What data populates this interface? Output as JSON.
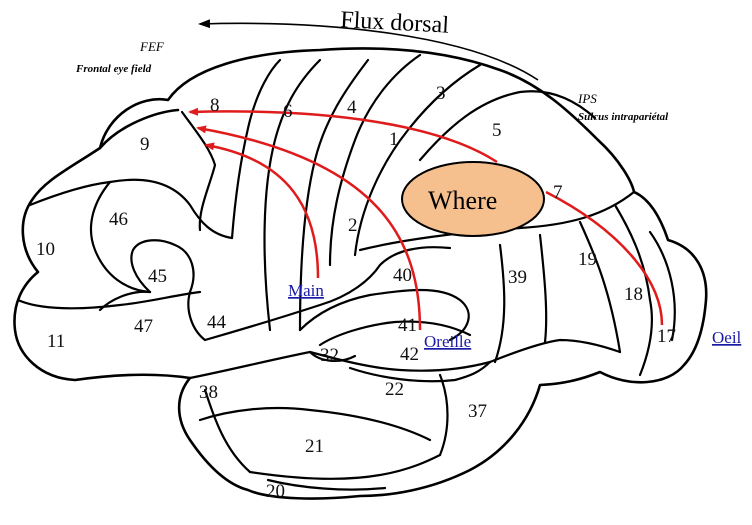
{
  "header": {
    "flux_label": "Flux dorsal",
    "fef_abbrev": "FEF",
    "fef_full": "Frontal eye field",
    "ips_abbrev": "IPS",
    "ips_full": "Sulcus intrapariétal"
  },
  "where_label": "Where",
  "inputs": {
    "main": "Main",
    "oreille": "Oreille",
    "oeil": "Oeil"
  },
  "areas": [
    "8",
    "6",
    "4",
    "3",
    "1",
    "5",
    "9",
    "7",
    "46",
    "2",
    "10",
    "45",
    "40",
    "39",
    "19",
    "18",
    "17",
    "47",
    "44",
    "41",
    "11",
    "32",
    "42",
    "38",
    "22",
    "37",
    "21",
    "20"
  ],
  "colors": {
    "pathway": "#e01b1b",
    "where_fill": "#f6c08e",
    "link": "#1a1aa6",
    "outline": "#000000"
  }
}
